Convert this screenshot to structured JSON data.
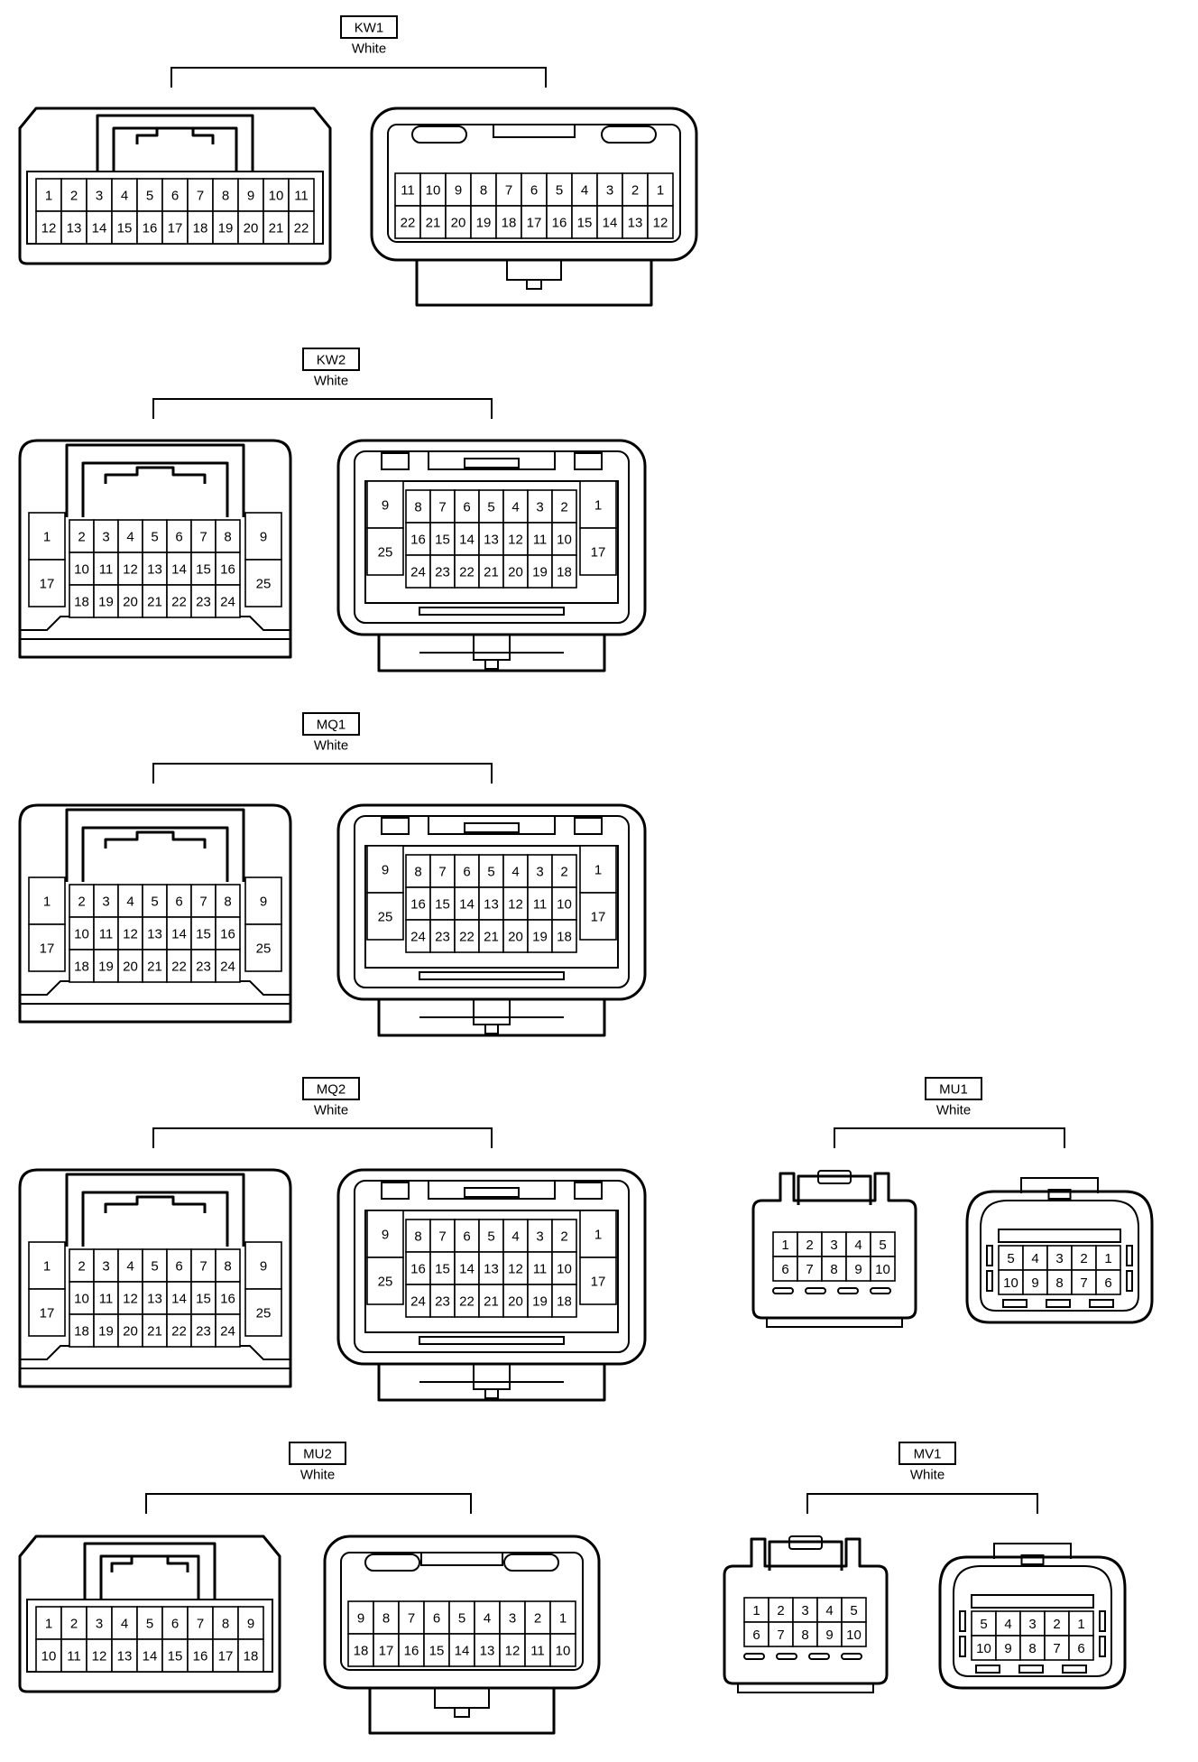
{
  "connectors": [
    {
      "id": "KW1",
      "color": "White",
      "type": "A",
      "face_a": {
        "rows": [
          [
            "1",
            "2",
            "3",
            "4",
            "5",
            "6",
            "7",
            "8",
            "9",
            "10",
            "11"
          ],
          [
            "12",
            "13",
            "14",
            "15",
            "16",
            "17",
            "18",
            "19",
            "20",
            "21",
            "22"
          ]
        ]
      },
      "face_b": {
        "rows": [
          [
            "11",
            "10",
            "9",
            "8",
            "7",
            "6",
            "5",
            "4",
            "3",
            "2",
            "1"
          ],
          [
            "22",
            "21",
            "20",
            "19",
            "18",
            "17",
            "16",
            "15",
            "14",
            "13",
            "12"
          ]
        ]
      }
    },
    {
      "id": "KW2",
      "color": "White",
      "type": "B",
      "face_a": {
        "left": [
          "1",
          "17"
        ],
        "right": [
          "9",
          "25"
        ],
        "rows": [
          [
            "2",
            "3",
            "4",
            "5",
            "6",
            "7",
            "8"
          ],
          [
            "10",
            "11",
            "12",
            "13",
            "14",
            "15",
            "16"
          ],
          [
            "18",
            "19",
            "20",
            "21",
            "22",
            "23",
            "24"
          ]
        ]
      },
      "face_b": {
        "left": [
          "9",
          "25"
        ],
        "right": [
          "1",
          "17"
        ],
        "rows": [
          [
            "8",
            "7",
            "6",
            "5",
            "4",
            "3",
            "2"
          ],
          [
            "16",
            "15",
            "14",
            "13",
            "12",
            "11",
            "10"
          ],
          [
            "24",
            "23",
            "22",
            "21",
            "20",
            "19",
            "18"
          ]
        ]
      }
    },
    {
      "id": "MQ1",
      "color": "White",
      "type": "B",
      "face_a": {
        "left": [
          "1",
          "17"
        ],
        "right": [
          "9",
          "25"
        ],
        "rows": [
          [
            "2",
            "3",
            "4",
            "5",
            "6",
            "7",
            "8"
          ],
          [
            "10",
            "11",
            "12",
            "13",
            "14",
            "15",
            "16"
          ],
          [
            "18",
            "19",
            "20",
            "21",
            "22",
            "23",
            "24"
          ]
        ]
      },
      "face_b": {
        "left": [
          "9",
          "25"
        ],
        "right": [
          "1",
          "17"
        ],
        "rows": [
          [
            "8",
            "7",
            "6",
            "5",
            "4",
            "3",
            "2"
          ],
          [
            "16",
            "15",
            "14",
            "13",
            "12",
            "11",
            "10"
          ],
          [
            "24",
            "23",
            "22",
            "21",
            "20",
            "19",
            "18"
          ]
        ]
      }
    },
    {
      "id": "MQ2",
      "color": "White",
      "type": "B",
      "face_a": {
        "left": [
          "1",
          "17"
        ],
        "right": [
          "9",
          "25"
        ],
        "rows": [
          [
            "2",
            "3",
            "4",
            "5",
            "6",
            "7",
            "8"
          ],
          [
            "10",
            "11",
            "12",
            "13",
            "14",
            "15",
            "16"
          ],
          [
            "18",
            "19",
            "20",
            "21",
            "22",
            "23",
            "24"
          ]
        ]
      },
      "face_b": {
        "left": [
          "9",
          "25"
        ],
        "right": [
          "1",
          "17"
        ],
        "rows": [
          [
            "8",
            "7",
            "6",
            "5",
            "4",
            "3",
            "2"
          ],
          [
            "16",
            "15",
            "14",
            "13",
            "12",
            "11",
            "10"
          ],
          [
            "24",
            "23",
            "22",
            "21",
            "20",
            "19",
            "18"
          ]
        ]
      }
    },
    {
      "id": "MU1",
      "color": "White",
      "type": "C",
      "face_a": {
        "rows": [
          [
            "1",
            "2",
            "3",
            "4",
            "5"
          ],
          [
            "6",
            "7",
            "8",
            "9",
            "10"
          ]
        ]
      },
      "face_b": {
        "rows": [
          [
            "5",
            "4",
            "3",
            "2",
            "1"
          ],
          [
            "10",
            "9",
            "8",
            "7",
            "6"
          ]
        ]
      }
    },
    {
      "id": "MU2",
      "color": "White",
      "type": "A",
      "face_a": {
        "rows": [
          [
            "1",
            "2",
            "3",
            "4",
            "5",
            "6",
            "7",
            "8",
            "9"
          ],
          [
            "10",
            "11",
            "12",
            "13",
            "14",
            "15",
            "16",
            "17",
            "18"
          ]
        ]
      },
      "face_b": {
        "rows": [
          [
            "9",
            "8",
            "7",
            "6",
            "5",
            "4",
            "3",
            "2",
            "1"
          ],
          [
            "18",
            "17",
            "16",
            "15",
            "14",
            "13",
            "12",
            "11",
            "10"
          ]
        ]
      }
    },
    {
      "id": "MV1",
      "color": "White",
      "type": "C",
      "face_a": {
        "rows": [
          [
            "1",
            "2",
            "3",
            "4",
            "5"
          ],
          [
            "6",
            "7",
            "8",
            "9",
            "10"
          ]
        ]
      },
      "face_b": {
        "rows": [
          [
            "5",
            "4",
            "3",
            "2",
            "1"
          ],
          [
            "10",
            "9",
            "8",
            "7",
            "6"
          ]
        ]
      }
    }
  ]
}
